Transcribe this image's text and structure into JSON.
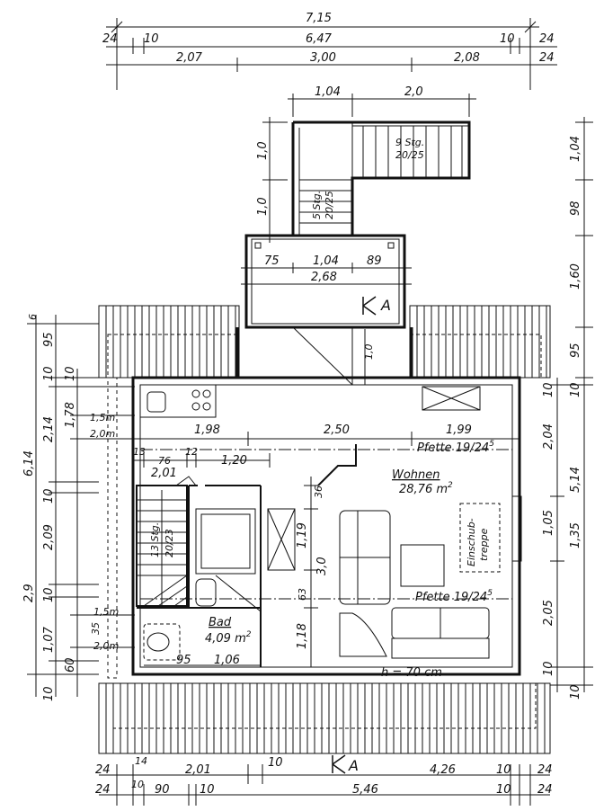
{
  "plan": {
    "top_dims": {
      "overall": "7,15",
      "row1": [
        "24",
        "10",
        "6,47",
        "10",
        "24"
      ],
      "row2": [
        "2,07",
        "3,00",
        "2,08",
        "24"
      ]
    },
    "stair_top_dims": [
      "1,04",
      "2,0"
    ],
    "stair_left_dims": [
      "1,0",
      "1,0"
    ],
    "stair_right_dims": [
      "1,04",
      "98",
      "1,60",
      "95"
    ],
    "landing_dims": [
      "75",
      "1,04",
      "89",
      "2,68"
    ],
    "stair_upper_label": {
      "count": "9 Stg.",
      "ratio": "20/25"
    },
    "stair_lower_label": {
      "count": "5 Stg.",
      "ratio": "20/25"
    },
    "section_marker": "A",
    "left_dims_outer": [
      "6",
      "6,14",
      "2,9"
    ],
    "left_dims_mid": [
      "95",
      "10",
      "2,14",
      "10",
      "2,09",
      "10",
      "1,07",
      "60",
      "10"
    ],
    "left_dims_inner": [
      "10",
      "1,78",
      "1,5m",
      "2,0m",
      "1,5m",
      "35",
      "2,0m"
    ],
    "right_dims_inner": [
      "10",
      "2,04",
      "1,05",
      "2,05",
      "10"
    ],
    "right_dims_outer": [
      "95",
      "10",
      "5,14",
      "1,35",
      "10"
    ],
    "inner_dims": {
      "width_row": [
        "1,98",
        "2,50",
        "1,99"
      ],
      "stair": [
        "13",
        "76",
        "12",
        "1,20",
        "2,01"
      ],
      "door_v": [
        "1,0",
        "36",
        "1,19",
        "3,0",
        "63",
        "1,18"
      ],
      "bath_row": [
        "95",
        "1,06"
      ]
    },
    "inner_stair": {
      "count": "13 Stg.",
      "ratio": "20/23"
    },
    "purlin_top": "Pfette 19/24",
    "purlin_top_sup": "5",
    "purlin_bottom": "Pfette 19/24",
    "purlin_bottom_sup": "5",
    "rooms": {
      "living": {
        "name": "Wohnen",
        "area": "28,76 m",
        "sup": "2"
      },
      "bath": {
        "name": "Bad",
        "area": "4,09 m",
        "sup": "2"
      }
    },
    "hatch_stair": {
      "line1": "Einschub-",
      "line2": "treppe"
    },
    "height_note": "h = 70 cm",
    "bottom_dims_row1": [
      "24",
      "14",
      "2,01",
      "10",
      "4,26",
      "10",
      "24"
    ],
    "bottom_dims_row2": [
      "24",
      "10",
      "90",
      "10",
      "5,46",
      "10",
      "24"
    ]
  }
}
